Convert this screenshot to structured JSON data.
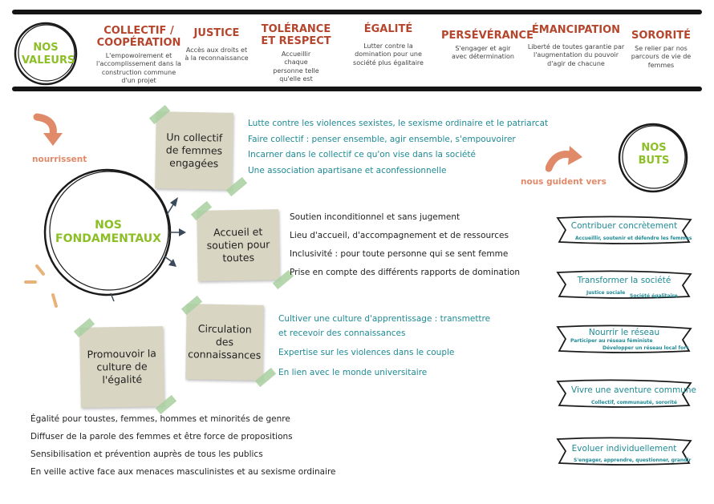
{
  "valeurs": {
    "circle_label": "NOS VALEURS",
    "items": [
      {
        "title": "COLLECTIF / COOPÉRATION",
        "desc": "L'empowoirement et l'accomplissement dans la construction commune d'un projet"
      },
      {
        "title": "JUSTICE",
        "desc": "Accès aux droits et à la reconnaissance"
      },
      {
        "title": "TOLÉRANCE ET RESPECT",
        "desc": "Accueillir chaque personne telle qu'elle est"
      },
      {
        "title": "ÉGALITÉ",
        "desc": "Lutter contre la domination pour une société plus égalitaire"
      },
      {
        "title": "PERSÉVÉRANCE",
        "desc": "S'engager et agir avec détermination"
      },
      {
        "title": "ÉMANCIPATION",
        "desc": "Liberté de toutes garantie par l'augmentation du pouvoir d'agir de chacune"
      },
      {
        "title": "SORORITÉ",
        "desc": "Se relier par nos parcours de vie de femmes"
      }
    ]
  },
  "labels": {
    "nourrissent": "nourrissent",
    "guident": "nous guident vers",
    "fondamentaux": "NOS FONDAMENTAUX",
    "buts": "NOS BUTS"
  },
  "fondamentaux": [
    {
      "note": "Un collectif de femmes engagées",
      "lines": [
        "Lutte contre les violences sexistes, le sexisme ordinaire et le patriarcat",
        "Faire collectif : penser ensemble, agir ensemble, s'empouvoirer",
        "Incarner dans le collectif ce qu'on vise dans la société",
        "Une association apartisane et aconfessionnelle"
      ]
    },
    {
      "note": "Accueil et soutien pour toutes",
      "lines": [
        "Soutien inconditionnel et sans jugement",
        "Lieu d'accueil, d'accompagnement et de ressources",
        "Inclusivité : pour toute personne qui se sent femme",
        "Prise en compte des différents rapports de domination"
      ]
    },
    {
      "note": "Circulation des connaissances",
      "lines": [
        "Cultiver une culture d'apprentissage : transmettre",
        "et recevoir des connaissances",
        "Expertise sur les violences dans le couple",
        "En lien avec le monde universitaire"
      ]
    },
    {
      "note": "Promouvoir la culture de l'égalité",
      "lines": [
        "Égalité pour toustes, femmes, hommes et minorités de genre",
        "Diffuser de la parole des femmes et être force de propositions",
        "Sensibilisation et prévention auprès de tous les publics",
        "En veille active face aux menaces masculinistes et au sexisme ordinaire"
      ]
    }
  ],
  "buts": [
    {
      "title": "Contribuer concrètement",
      "subs": [
        "Accueillir, soutenir et défendre les femmes"
      ]
    },
    {
      "title": "Transformer la société",
      "subs": [
        "Justice sociale",
        "Société égalitaire"
      ]
    },
    {
      "title": "Nourrir le réseau",
      "subs": [
        "Participer au réseau féministe",
        "Développer un réseau local fort"
      ]
    },
    {
      "title": "Vivre une aventure commune",
      "subs": [
        "Collectif, communauté, sororité"
      ]
    },
    {
      "title": "Evoluer individuellement",
      "subs": [
        "S'engager, apprendre, questionner, grandir"
      ]
    }
  ],
  "colors": {
    "teal": "#1f8a94",
    "green": "#8cbf26",
    "rust": "#b5452c",
    "salmon": "#e08a6a",
    "note": "#d8d5c3"
  }
}
